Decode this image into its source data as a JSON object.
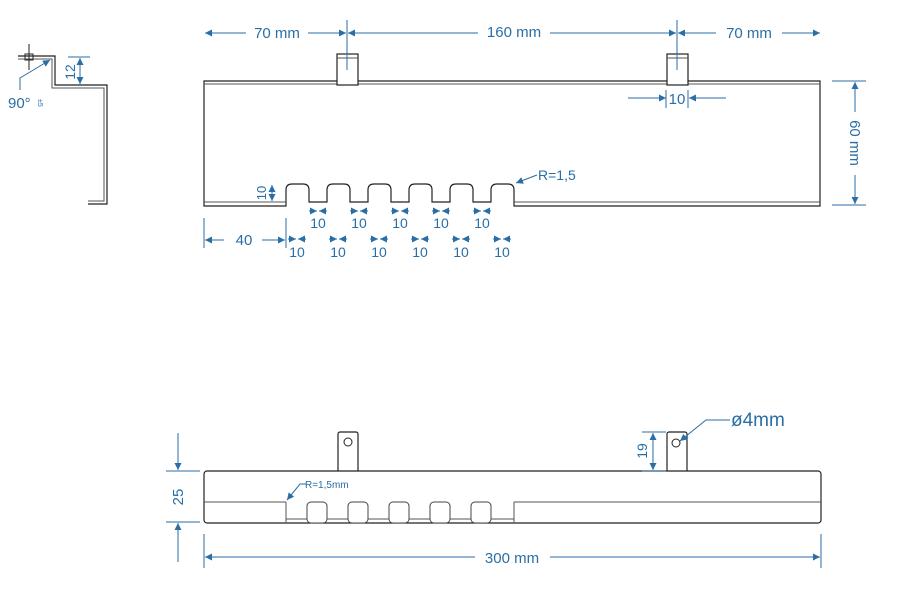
{
  "drawing": {
    "colors": {
      "dimension": "#2a6ea6",
      "outline": "#222222",
      "background": "#ffffff"
    },
    "side_view": {
      "angle_label": "90°",
      "angle_tolerance": "±5",
      "flange_height": "12"
    },
    "top_view": {
      "dims": {
        "left_offset": "70 mm",
        "center_spacing": "160 mm",
        "right_offset": "70 mm",
        "tab_width": "10",
        "height": "60 mm",
        "notch_depth": "10",
        "start_offset": "40",
        "bend_radius": "R=1,5",
        "slot_widths": [
          "10",
          "10",
          "10",
          "10",
          "10"
        ],
        "tooth_widths": [
          "10",
          "10",
          "10",
          "10",
          "10",
          "10"
        ]
      }
    },
    "front_view": {
      "dims": {
        "height": "25",
        "tab_height": "19",
        "hole_diameter": "ø4mm",
        "bend_radius": "R=1,5mm",
        "total_length": "300 mm"
      }
    }
  }
}
